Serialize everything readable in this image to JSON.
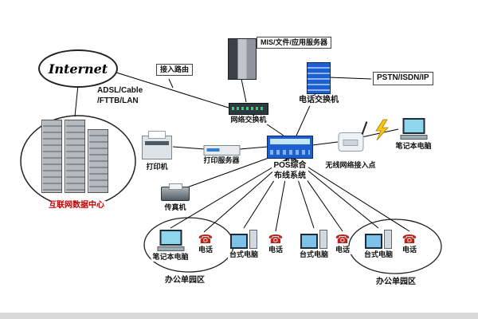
{
  "colors": {
    "accent_blue": "#1d5fd0",
    "label_red": "#c40000",
    "bolt_yellow": "#f5c518"
  },
  "internet": {
    "label": "Internet"
  },
  "access_router": {
    "label": "接入路由"
  },
  "adsl": {
    "line1": "ADSL/Cable",
    "line2": "/FTTB/LAN"
  },
  "mis": {
    "label": "MIS/文件/应用服务器"
  },
  "phone_switch": {
    "label": "电话交换机"
  },
  "pstn": {
    "label": "PSTN/ISDN/IP"
  },
  "net_switch": {
    "label": "网络交换机"
  },
  "idc": {
    "label": "互联网数据中心"
  },
  "printer": {
    "label": "打印机"
  },
  "print_server": {
    "label": "打印服务器"
  },
  "pos": {
    "line1": "POS综合",
    "line2": "布线系统"
  },
  "wifi_ap": {
    "label": "无线网络接入点"
  },
  "laptop_right": {
    "label": "笔记本电脑"
  },
  "fax": {
    "label": "传真机"
  },
  "office_left": {
    "label": "办公单园区"
  },
  "office_right": {
    "label": "办公单园区"
  },
  "bottom": [
    {
      "type": "laptop",
      "label": "笔记本电脑"
    },
    {
      "type": "phone",
      "label": "电话"
    },
    {
      "type": "desktop",
      "label": "台式电脑"
    },
    {
      "type": "phone",
      "label": "电话"
    },
    {
      "type": "desktop",
      "label": "台式电脑"
    },
    {
      "type": "phone",
      "label": "电话"
    },
    {
      "type": "desktop",
      "label": "台式电脑"
    },
    {
      "type": "phone",
      "label": "电话"
    }
  ]
}
